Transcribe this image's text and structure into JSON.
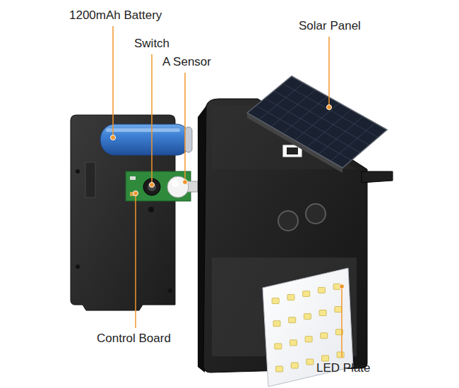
{
  "diagram": {
    "labels": [
      "1200mAh Battery",
      "Solar Panel",
      "Switch",
      "A Sensor",
      "Control Board",
      "LED Plate"
    ]
  }
}
